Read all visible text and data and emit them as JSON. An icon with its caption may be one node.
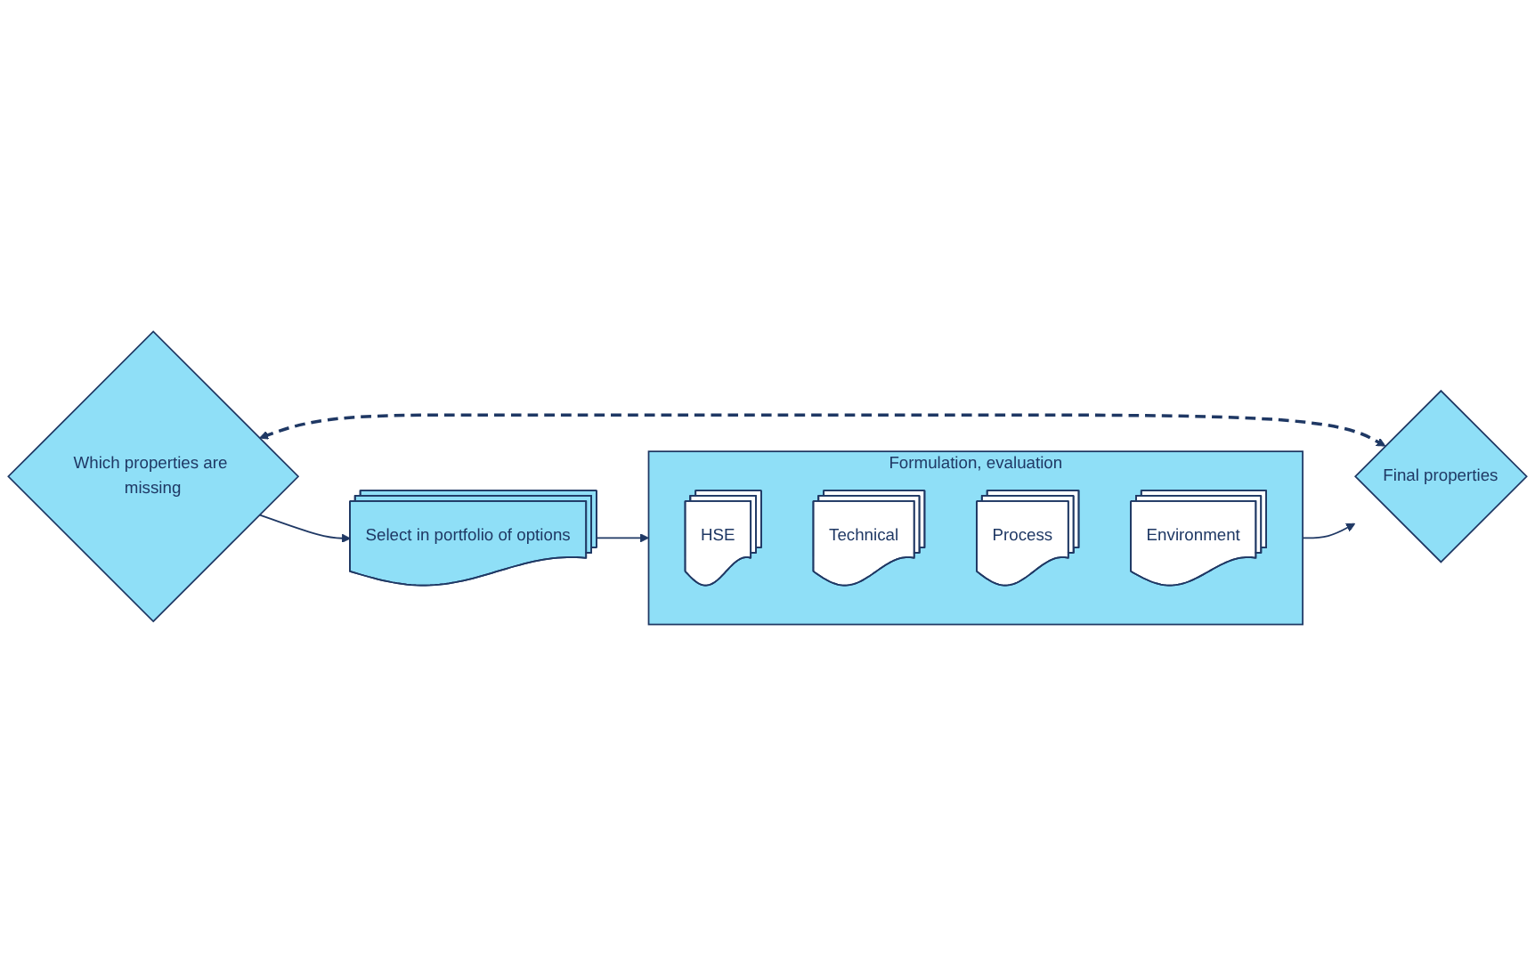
{
  "diagram": {
    "nodes": [
      {
        "text": [
          "Which properties are missing"
        ]
      },
      {
        "text": [
          "Select in portfolio of options"
        ]
      },
      {
        "text": [
          "Formulation, evaluation"
        ]
      },
      {
        "text": [
          "HSE"
        ],
        "in": 2
      },
      {
        "text": [
          "Technical"
        ],
        "in": 2
      },
      {
        "text": [
          "Process"
        ],
        "in": 2
      },
      {
        "text": [
          "Environment"
        ],
        "in": 2
      },
      {
        "text": [
          "Final properties"
        ]
      }
    ],
    "edges": [
      {
        "from": 0,
        "to": 1,
        "arrow": "to"
      },
      {
        "from": 1,
        "to": 2,
        "arrow": "to"
      },
      {
        "from": 2,
        "to": 7,
        "arrow": "to"
      },
      {
        "from": 0,
        "to": 7,
        "arrow": "both",
        "style": "dashed"
      }
    ]
  }
}
